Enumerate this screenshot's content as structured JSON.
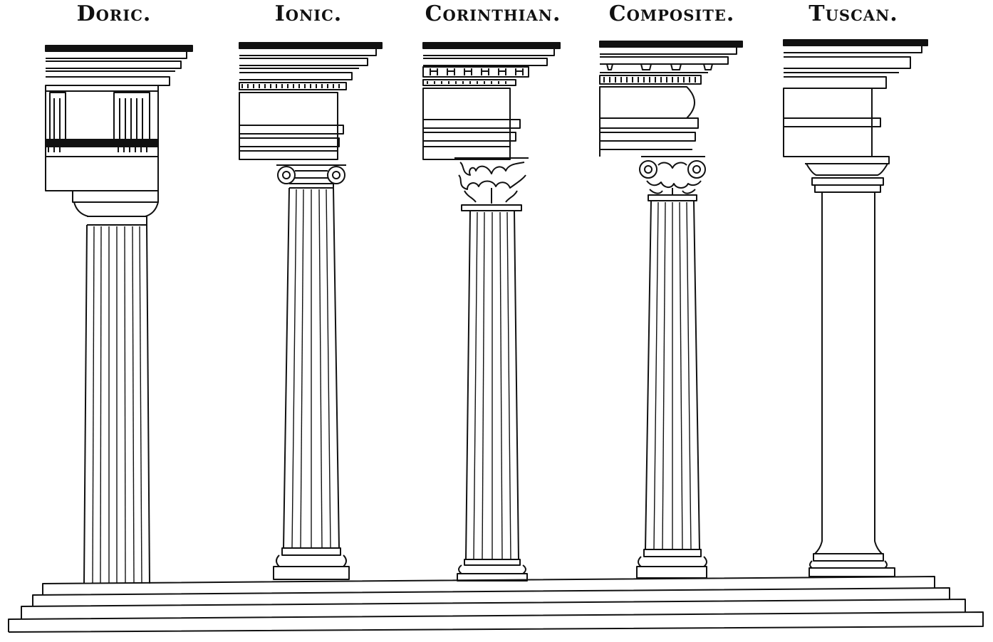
{
  "figure": {
    "ink_color": "#111111",
    "paper_color": "#ffffff",
    "orders": [
      {
        "key": "doric",
        "title": "Doric."
      },
      {
        "key": "ionic",
        "title": "Ionic."
      },
      {
        "key": "corinthian",
        "title": "Corinthian."
      },
      {
        "key": "composite",
        "title": "Composite."
      },
      {
        "key": "tuscan",
        "title": "Tuscan."
      }
    ]
  }
}
